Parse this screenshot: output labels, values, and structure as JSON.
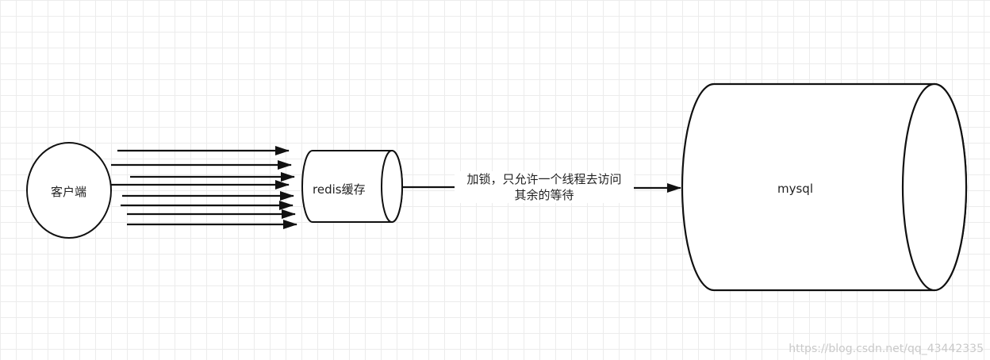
{
  "nodes": {
    "client": {
      "label": "客户端"
    },
    "cache": {
      "label": "redis缓存"
    },
    "db": {
      "label": "mysql"
    }
  },
  "edge": {
    "line1": "加锁，只允许一个线程去访问",
    "line2": "其余的等待"
  },
  "watermark": "https://blog.csdn.net/qq_43442335"
}
